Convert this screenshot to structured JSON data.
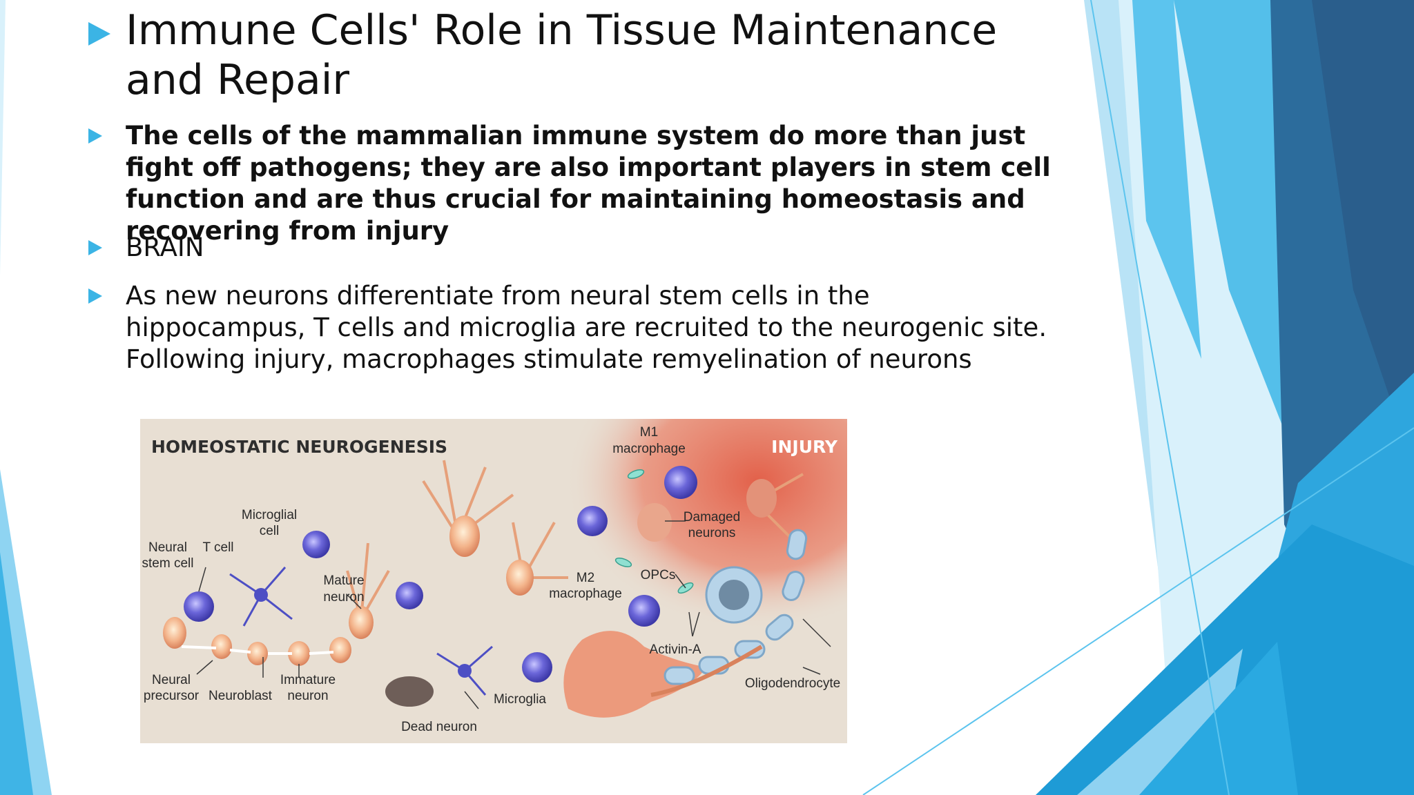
{
  "slide": {
    "title": "Immune Cells' Role in Tissue Maintenance and Repair",
    "bullets": [
      "The cells of the mammalian immune system do more than just fight off pathogens; they are also important players in stem cell function and are thus crucial for maintaining homeostasis and recovering from injury",
      "BRAIN",
      "As new neurons differentiate from neural stem cells in the hippocampus, T cells and microglia are recruited to the neurogenic site. Following injury, macrophages stimulate remyelination of neurons"
    ]
  },
  "figure": {
    "header_left": "HOMEOSTATIC NEUROGENESIS",
    "header_right": "INJURY",
    "labels": {
      "m1_line1": "M1",
      "m1_line2": "macrophage",
      "microglial_line1": "Microglial",
      "microglial_line2": "cell",
      "neural_stem_line1": "Neural",
      "neural_stem_line2": "stem cell",
      "t_cell": "T cell",
      "mature_line1": "Mature",
      "mature_line2": "neuron",
      "damaged_line1": "Damaged",
      "damaged_line2": "neurons",
      "m2_line1": "M2",
      "m2_line2": "macrophage",
      "opcs": "OPCs",
      "activin": "Activin-A",
      "oligo": "Oligodendrocyte",
      "precursor_line1": "Neural",
      "precursor_line2": "precursor",
      "neuroblast": "Neuroblast",
      "immature_line1": "Immature",
      "immature_line2": "neuron",
      "microglia": "Microglia",
      "dead_neuron": "Dead neuron"
    }
  },
  "colors": {
    "accent": "#3bb4e5",
    "figure_bg": "#e8dfd3",
    "injury_red": "#e25a43",
    "immune_purple": "#5a5fd0"
  }
}
